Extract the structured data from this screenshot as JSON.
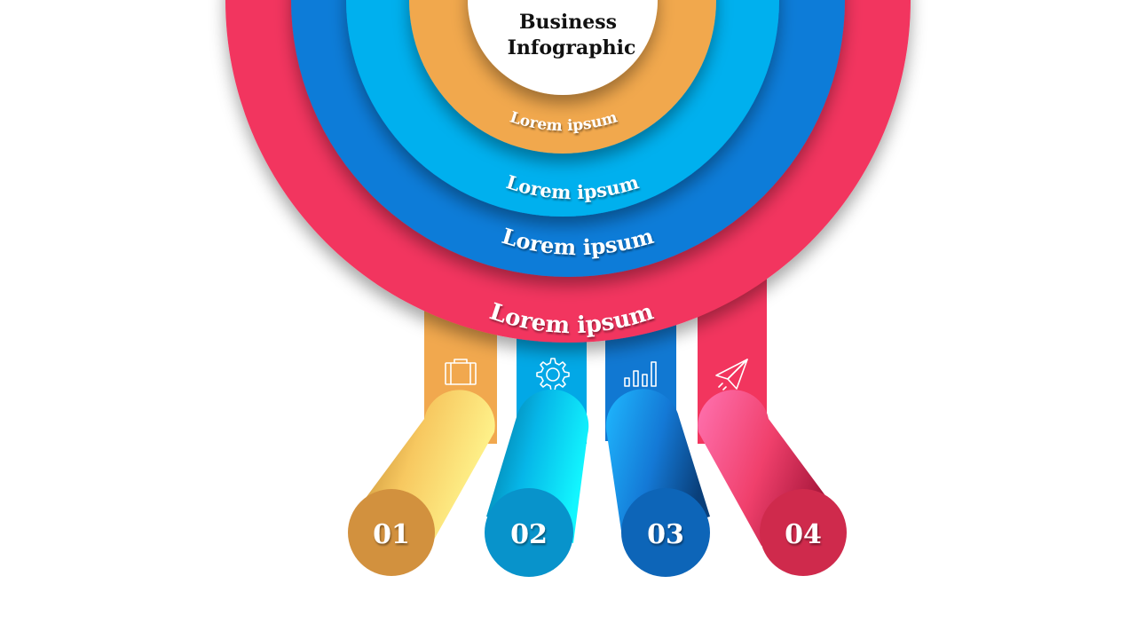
{
  "title": {
    "line1": "Business",
    "line2": "Infographic"
  },
  "rings": [
    {
      "label": "Lorem ipsum",
      "color": "#F2355E"
    },
    {
      "label": "Lorem ipsum",
      "color": "#0F7BD8"
    },
    {
      "label": "Lorem ipsum",
      "color": "#02B0EE"
    },
    {
      "label": "Lorem ipsum",
      "color": "#F1A84E"
    }
  ],
  "steps": [
    {
      "number": "01",
      "icon": "briefcase-icon",
      "bar_color": "#F1A84E",
      "badge_color": "#D2913E",
      "tube_light": "#FFF68E",
      "tube_dark": "#B07422"
    },
    {
      "number": "02",
      "icon": "gear-icon",
      "bar_color": "#02A8E6",
      "badge_color": "#0893CB",
      "tube_light": "#12F6FF",
      "tube_dark": "#036E96"
    },
    {
      "number": "03",
      "icon": "bar-chart-icon",
      "bar_color": "#1178D2",
      "badge_color": "#0D65B8",
      "tube_light": "#1FB8FF",
      "tube_dark": "#0A3F7A"
    },
    {
      "number": "04",
      "icon": "paper-plane-icon",
      "bar_color": "#F2355E",
      "badge_color": "#CF2A4C",
      "tube_light": "#FF72B0",
      "tube_dark": "#A6163A"
    }
  ]
}
